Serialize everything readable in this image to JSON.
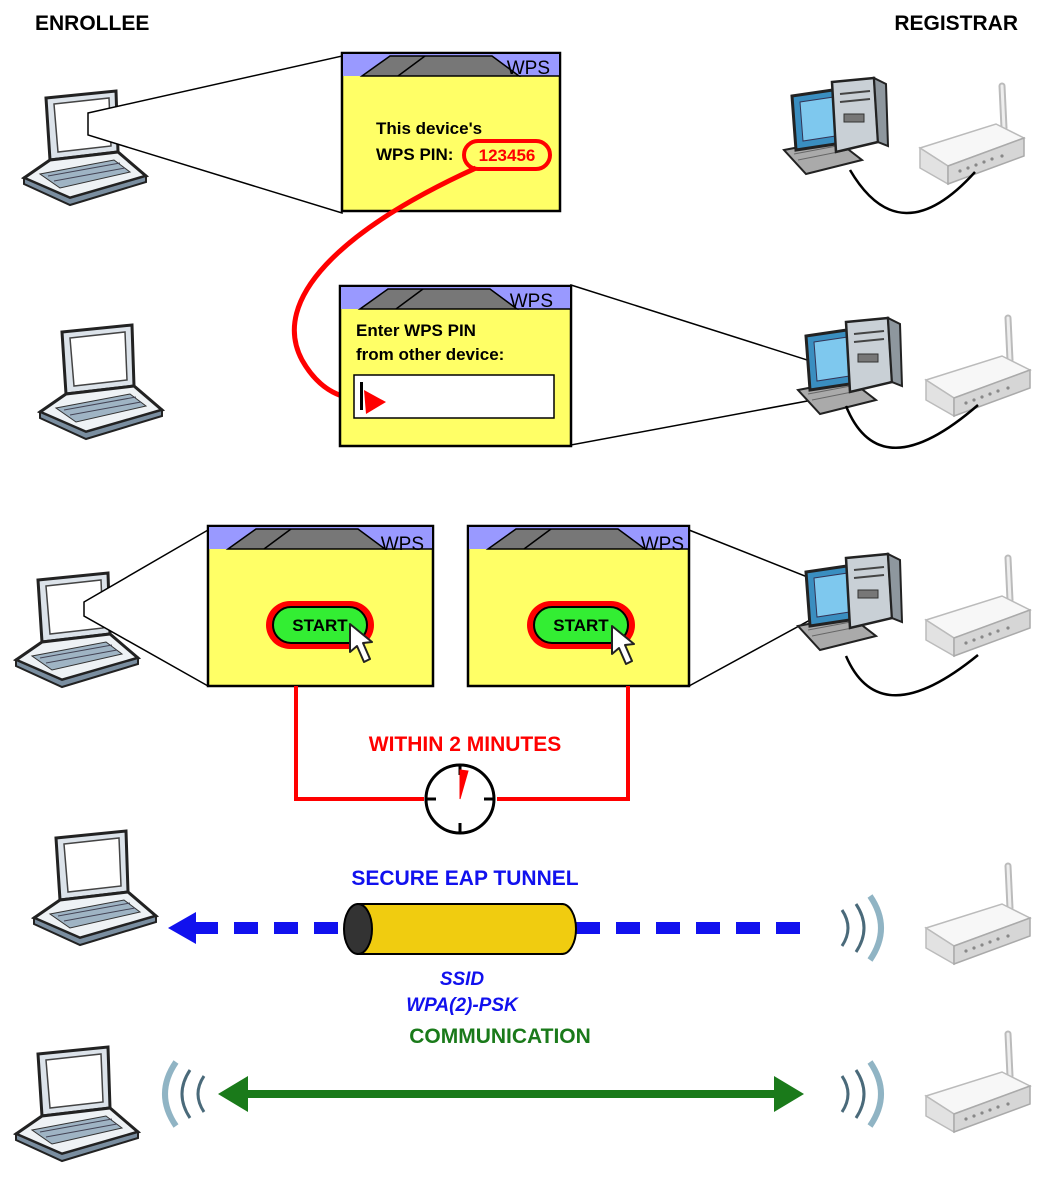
{
  "headers": {
    "enrollee": "ENROLLEE",
    "registrar": "REGISTRAR"
  },
  "step1": {
    "wps_tab": "WPS",
    "line1": "This device's",
    "line2_prefix": "WPS PIN:",
    "pin": "123456"
  },
  "step2": {
    "wps_tab": "WPS",
    "line1": "Enter WPS PIN",
    "line2": "from other device:"
  },
  "step3": {
    "wps_tab_left": "WPS",
    "wps_tab_right": "WPS",
    "start_left": "START",
    "start_right": "START",
    "timer_label": "WITHIN 2 MINUTES"
  },
  "step4": {
    "tunnel_label": "SECURE EAP TUNNEL",
    "ssid": "SSID",
    "security": "WPA(2)-PSK"
  },
  "step5": {
    "comm_label": "COMMUNICATION"
  },
  "colors": {
    "panel": "#ffff66",
    "tab_strip": "#9999ff",
    "pin_red": "#ff0000",
    "start_green": "#33ee33",
    "tunnel_blue": "#1111ee",
    "tunnel_gold": "#f0cc10",
    "comm_green": "#1a7a1a"
  }
}
